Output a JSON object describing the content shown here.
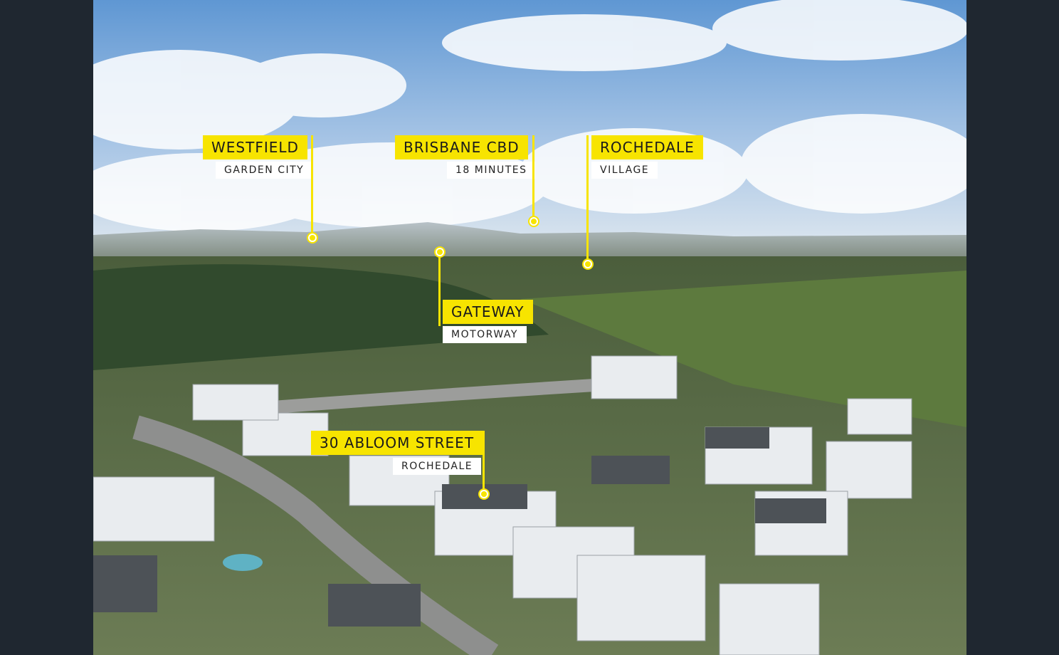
{
  "image": {
    "description_colors": {
      "frame": "#1f2730",
      "sky": "#7fa9d6",
      "accent_yellow": "#f7e400"
    }
  },
  "callouts": {
    "westfield": {
      "title": "WESTFIELD",
      "subtitle": "GARDEN CITY"
    },
    "brisbane": {
      "title": "BRISBANE CBD",
      "subtitle": "18 MINUTES"
    },
    "rochedale_village": {
      "title": "ROCHEDALE",
      "subtitle": "VILLAGE"
    },
    "gateway": {
      "title": "GATEWAY",
      "subtitle": "MOTORWAY"
    },
    "property": {
      "title": "30 ABLOOM STREET",
      "subtitle": "ROCHEDALE"
    }
  }
}
